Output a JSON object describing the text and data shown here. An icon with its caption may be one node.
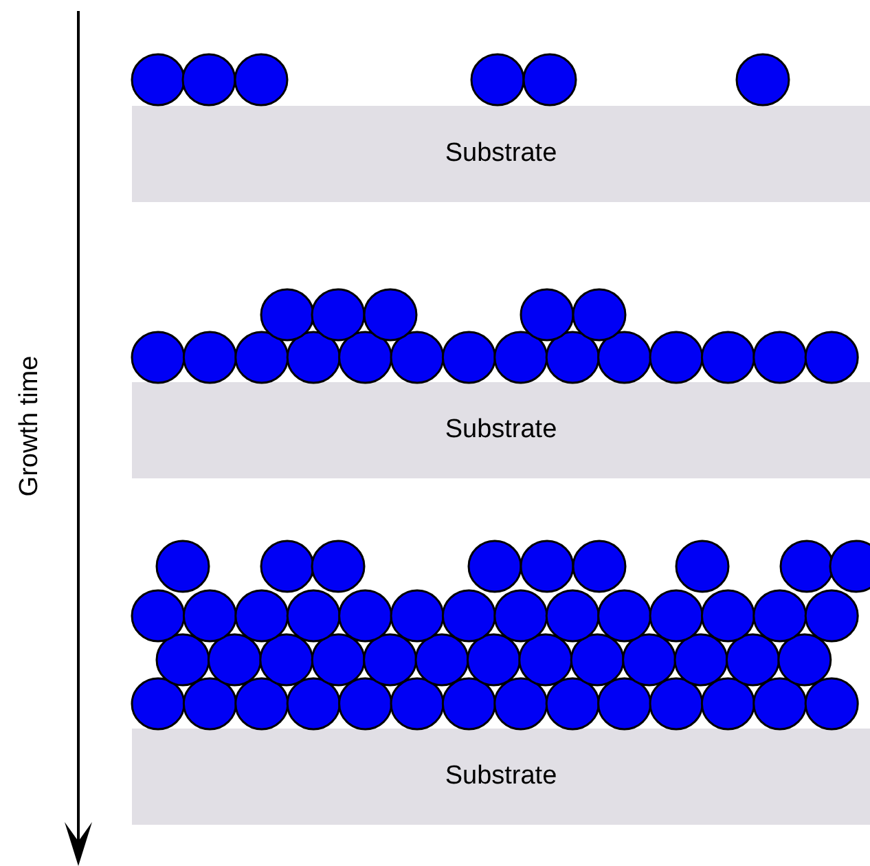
{
  "diagram": {
    "nodes": [
      {
        "text": [
          "Substrate"
        ]
      },
      {
        "text": [
          "Substrate"
        ]
      },
      {
        "text": [
          "Substrate"
        ]
      }
    ],
    "labels": [
      "Growth time"
    ]
  }
}
